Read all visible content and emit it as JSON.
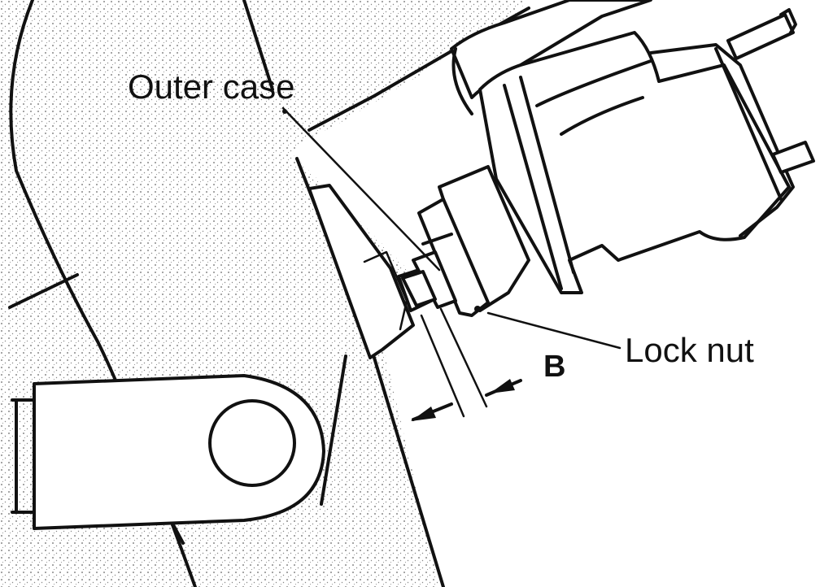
{
  "labels": {
    "outer_case": "Outer case",
    "lock_nut": "Lock nut",
    "dimension": "B"
  },
  "colors": {
    "ink": "#111111",
    "paper": "#ffffff"
  }
}
